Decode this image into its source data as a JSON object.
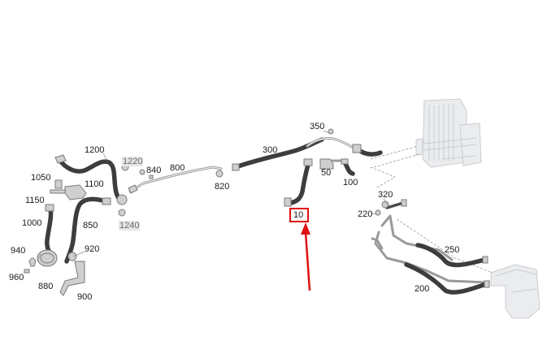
{
  "diagram": {
    "part_labels": {
      "p1200": "1200",
      "p1220": "1220",
      "p840": "840",
      "p800": "800",
      "p1050": "1050",
      "p1100": "1100",
      "p1150": "1150",
      "p1000": "1000",
      "p850": "850",
      "p1240": "1240",
      "p820": "820",
      "p300": "300",
      "p350": "350",
      "p50": "50",
      "p100": "100",
      "p320": "320",
      "p220": "220",
      "p10": "10",
      "p250": "250",
      "p200": "200",
      "p940": "940",
      "p920": "920",
      "p960": "960",
      "p880": "880",
      "p900": "900"
    },
    "highlighted_part": "10",
    "colors": {
      "hose": "#3d3d3d",
      "pipe": "#9a9a9a",
      "highlight": "#e01010",
      "ghosted_component": "#eaecee"
    }
  }
}
